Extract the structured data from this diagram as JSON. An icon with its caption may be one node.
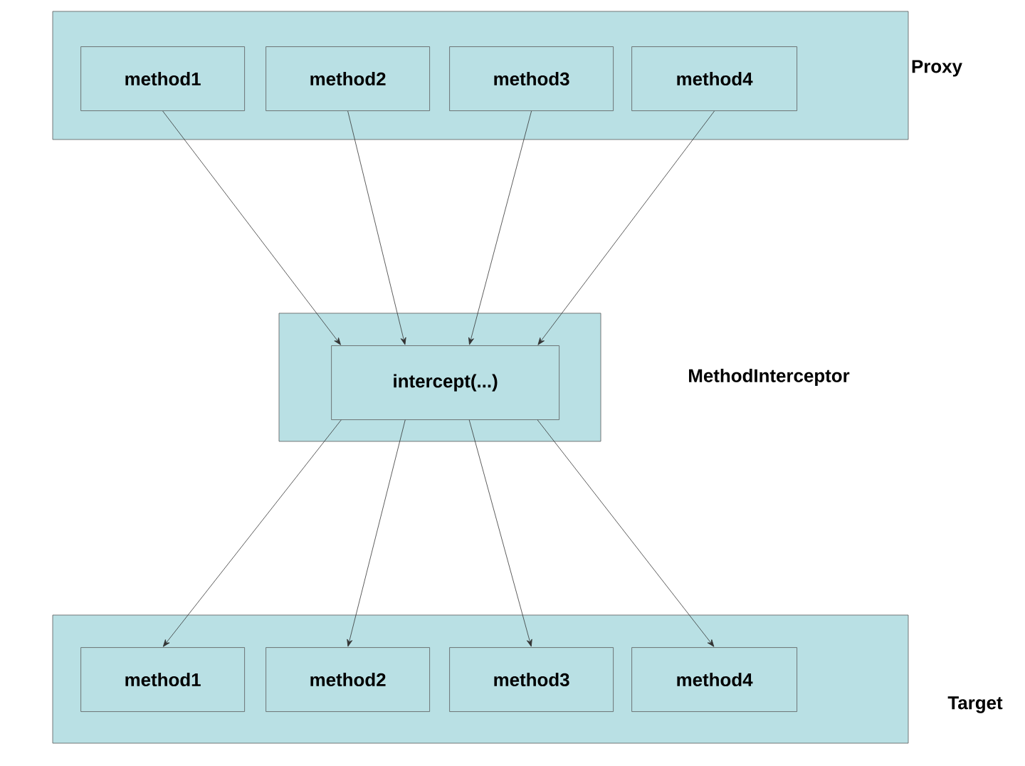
{
  "diagram": {
    "nodes": [
      {
        "text": [
          "Proxy"
        ]
      },
      {
        "text": [
          "method1"
        ],
        "in": 0
      },
      {
        "text": [
          "method2"
        ],
        "in": 0
      },
      {
        "text": [
          "method3"
        ],
        "in": 0
      },
      {
        "text": [
          "method4"
        ],
        "in": 0
      },
      {
        "text": [
          "MethodInterceptor"
        ]
      },
      {
        "text": [
          "intercept(...)"
        ],
        "in": 5
      },
      {
        "text": [
          "Target"
        ]
      },
      {
        "text": [
          "method1"
        ],
        "in": 7
      },
      {
        "text": [
          "method2"
        ],
        "in": 7
      },
      {
        "text": [
          "method3"
        ],
        "in": 7
      },
      {
        "text": [
          "method4"
        ],
        "in": 7
      }
    ],
    "edges": [
      {
        "from": 1,
        "to": 6,
        "arrow": "to"
      },
      {
        "from": 2,
        "to": 6,
        "arrow": "to"
      },
      {
        "from": 3,
        "to": 6,
        "arrow": "to"
      },
      {
        "from": 4,
        "to": 6,
        "arrow": "to"
      },
      {
        "from": 6,
        "to": 8,
        "arrow": "to"
      },
      {
        "from": 6,
        "to": 9,
        "arrow": "to"
      },
      {
        "from": 6,
        "to": 10,
        "arrow": "to"
      },
      {
        "from": 6,
        "to": 11,
        "arrow": "to"
      }
    ]
  }
}
